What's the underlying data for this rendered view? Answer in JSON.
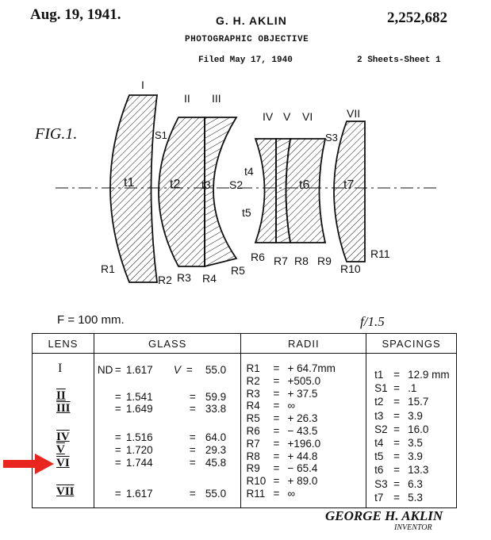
{
  "header": {
    "date": "Aug. 19, 1941.",
    "inventor_name": "G. H. AKLIN",
    "patent_number": "2,252,682",
    "title": "PHOTOGRAPHIC OBJECTIVE",
    "filed": "Filed May 17, 1940",
    "sheets": "2 Sheets-Sheet 1"
  },
  "figure": {
    "label": "FIG.1.",
    "lens_numerals": [
      "I",
      "II",
      "III",
      "IV",
      "V",
      "VI",
      "VII"
    ],
    "thickness_labels": [
      "t1",
      "t2",
      "t3",
      "t4",
      "t5",
      "t6",
      "t7"
    ],
    "space_labels": [
      "S1",
      "S2",
      "S3"
    ],
    "radius_labels": [
      "R1",
      "R2",
      "R3",
      "R4",
      "R5",
      "R6",
      "R7",
      "R8",
      "R9",
      "R10",
      "R11"
    ]
  },
  "focal_length": "F = 100 mm.",
  "aperture": "f/1.5",
  "table": {
    "headers": [
      "LENS",
      "GLASS",
      "RADII",
      "SPACINGS"
    ],
    "lenses": [
      "I",
      "II",
      "III",
      "IV",
      "V",
      "VI",
      "VII"
    ],
    "nd_label": "ND",
    "v_label": "V",
    "nd_values": [
      "1.617",
      "1.541",
      "1.649",
      "1.516",
      "1.720",
      "1.744",
      "1.617"
    ],
    "v_values": [
      "55.0",
      "59.9",
      "33.8",
      "64.0",
      "29.3",
      "45.8",
      "55.0"
    ],
    "radii": [
      {
        "label": "R1",
        "value": "+ 64.7mm"
      },
      {
        "label": "R2",
        "value": "+505.0"
      },
      {
        "label": "R3",
        "value": "+ 37.5"
      },
      {
        "label": "R4",
        "value": "∞"
      },
      {
        "label": "R5",
        "value": "+ 26.3"
      },
      {
        "label": "R6",
        "value": "− 43.5"
      },
      {
        "label": "R7",
        "value": "+196.0"
      },
      {
        "label": "R8",
        "value": "+ 44.8"
      },
      {
        "label": "R9",
        "value": "− 65.4"
      },
      {
        "label": "R10",
        "value": "+ 89.0"
      },
      {
        "label": "R11",
        "value": "∞"
      }
    ],
    "spacings": [
      {
        "label": "t1",
        "value": "12.9 mm"
      },
      {
        "label": "S1",
        "value": ".1"
      },
      {
        "label": "t2",
        "value": "15.7"
      },
      {
        "label": "t3",
        "value": "3.9"
      },
      {
        "label": "S2",
        "value": "16.0"
      },
      {
        "label": "t4",
        "value": "3.5"
      },
      {
        "label": "t5",
        "value": "3.9"
      },
      {
        "label": "t6",
        "value": "13.3"
      },
      {
        "label": "S3",
        "value": "6.3"
      },
      {
        "label": "t7",
        "value": "5.3"
      }
    ]
  },
  "signature": {
    "name": "GEORGE H. AKLIN",
    "role": "INVENTOR"
  },
  "colors": {
    "ink": "#111111",
    "paper": "#ffffff",
    "arrow": "#e8261f"
  }
}
